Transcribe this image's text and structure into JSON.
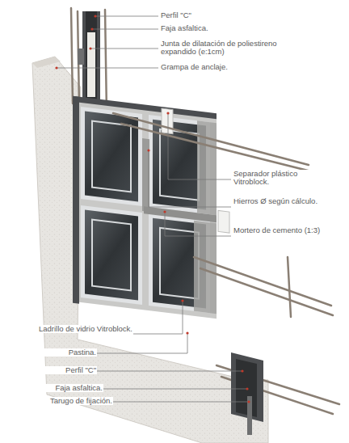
{
  "diagram": {
    "labels": [
      "Perfil \"C\"",
      "Faja asfaltica.",
      "Junta de dilatación de poliestireno expandido (e:1cm)",
      "Grampa de anclaje.",
      "Separador plástico Vitroblock.",
      "Hierros Ø según cálculo.",
      "Mortero de cemento (1:3)",
      "Ladrillo de vidrio Vitroblock.",
      "Pastina.",
      "Perfil \"C\"",
      "Faja asfaltica.",
      "Tarugo de fijación."
    ]
  }
}
